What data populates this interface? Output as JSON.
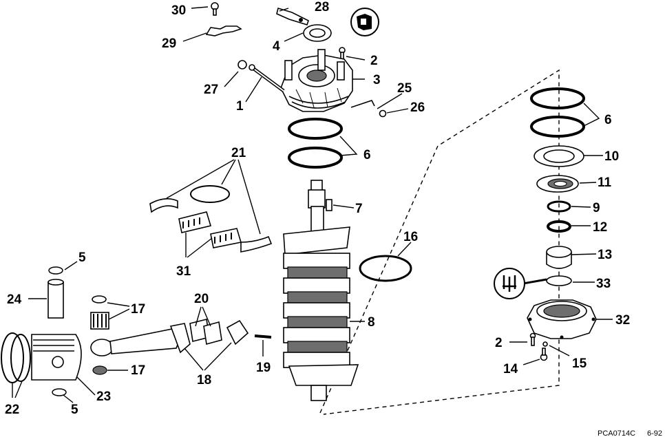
{
  "labels": [
    "30",
    "28",
    "29",
    "4",
    "2",
    "3",
    "27",
    "1",
    "25",
    "26",
    "6",
    "6",
    "21",
    "10",
    "11",
    "7",
    "9",
    "12",
    "16",
    "13",
    "31",
    "5",
    "33",
    "24",
    "17",
    "20",
    "8",
    "32",
    "2",
    "15",
    "14",
    "19",
    "18",
    "17",
    "23",
    "22",
    "5"
  ],
  "footer": {
    "code": "PCA0714C",
    "date": "6-92"
  },
  "colors": {
    "ink": "#000000",
    "background": "#ffffff",
    "shade": "#6e6e6e"
  }
}
